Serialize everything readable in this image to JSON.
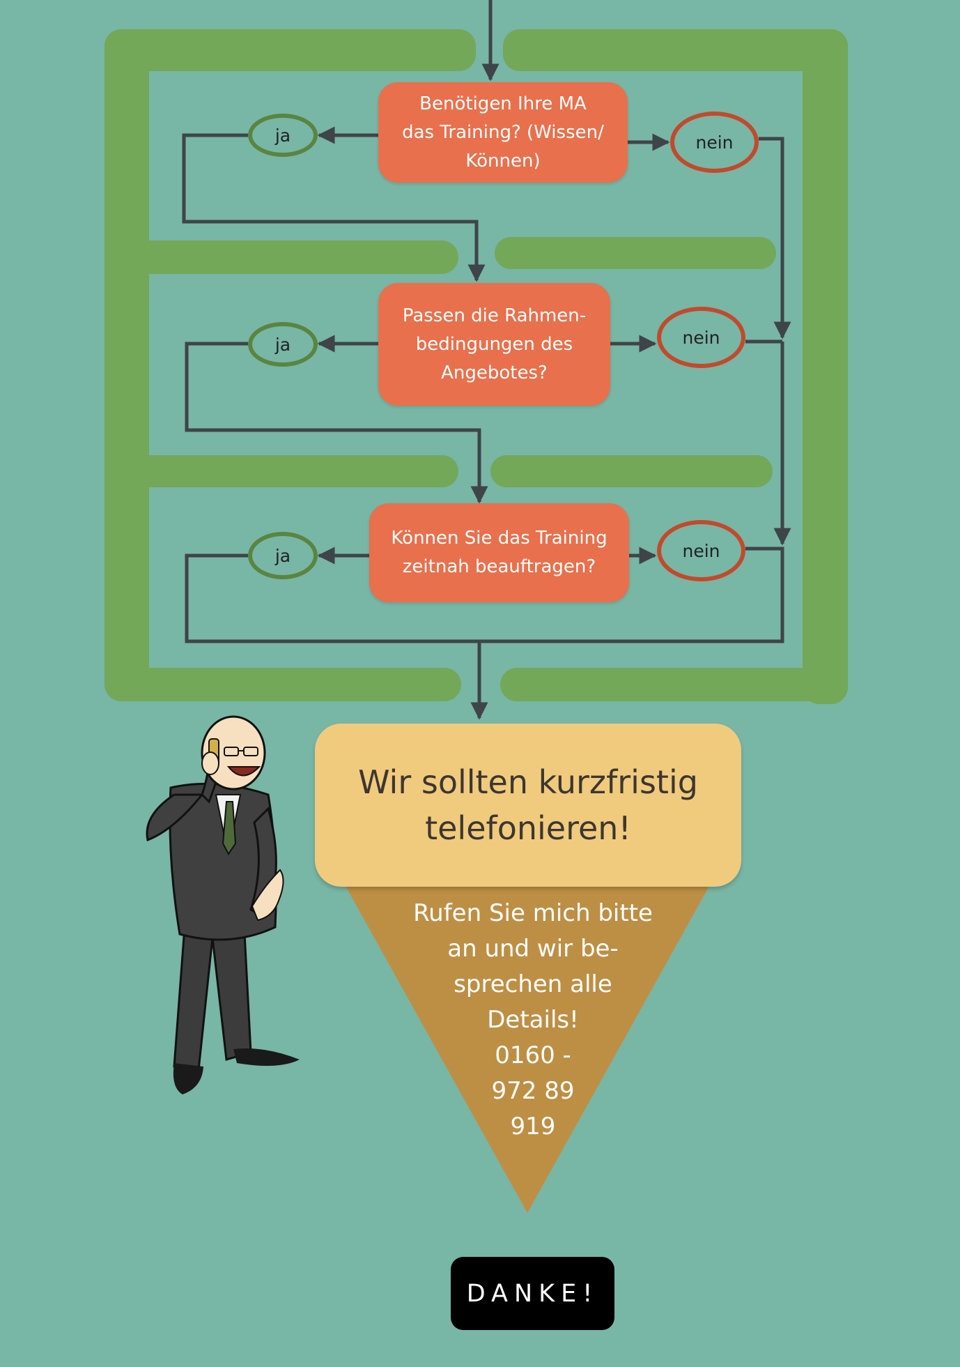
{
  "questions": [
    {
      "text": "Benötigen Ihre MA\ndas Training? (Wissen/\nKönnen)",
      "yes_label": "ja",
      "no_label": "nein"
    },
    {
      "text": "Passen die Rahmen-\nbedingungen des\nAngebotes?",
      "yes_label": "ja",
      "no_label": "nein"
    },
    {
      "text": "Können Sie das Training\nzeitnah beauftragen?",
      "yes_label": "ja",
      "no_label": "nein"
    }
  ],
  "result": {
    "title": "Wir sollten kurzfristig\ntelefonieren!",
    "call_to_action": "Rufen Sie mich bitte\nan und wir be-\nsprechen alle\nDetails!\n0160 -\n972 89\n919"
  },
  "footer": {
    "button_label": "DANKE!"
  },
  "colors": {
    "background": "#78b6a6",
    "maze": "#72a858",
    "question_box": "#e8704c",
    "yes_outline": "#5a8540",
    "no_outline": "#c24a2c",
    "connector": "#3f4448",
    "result_box": "#f0cb7e",
    "funnel": "#bd8f45",
    "button": "#000000"
  },
  "illustration": {
    "icon": "businessman-on-phone-icon"
  }
}
